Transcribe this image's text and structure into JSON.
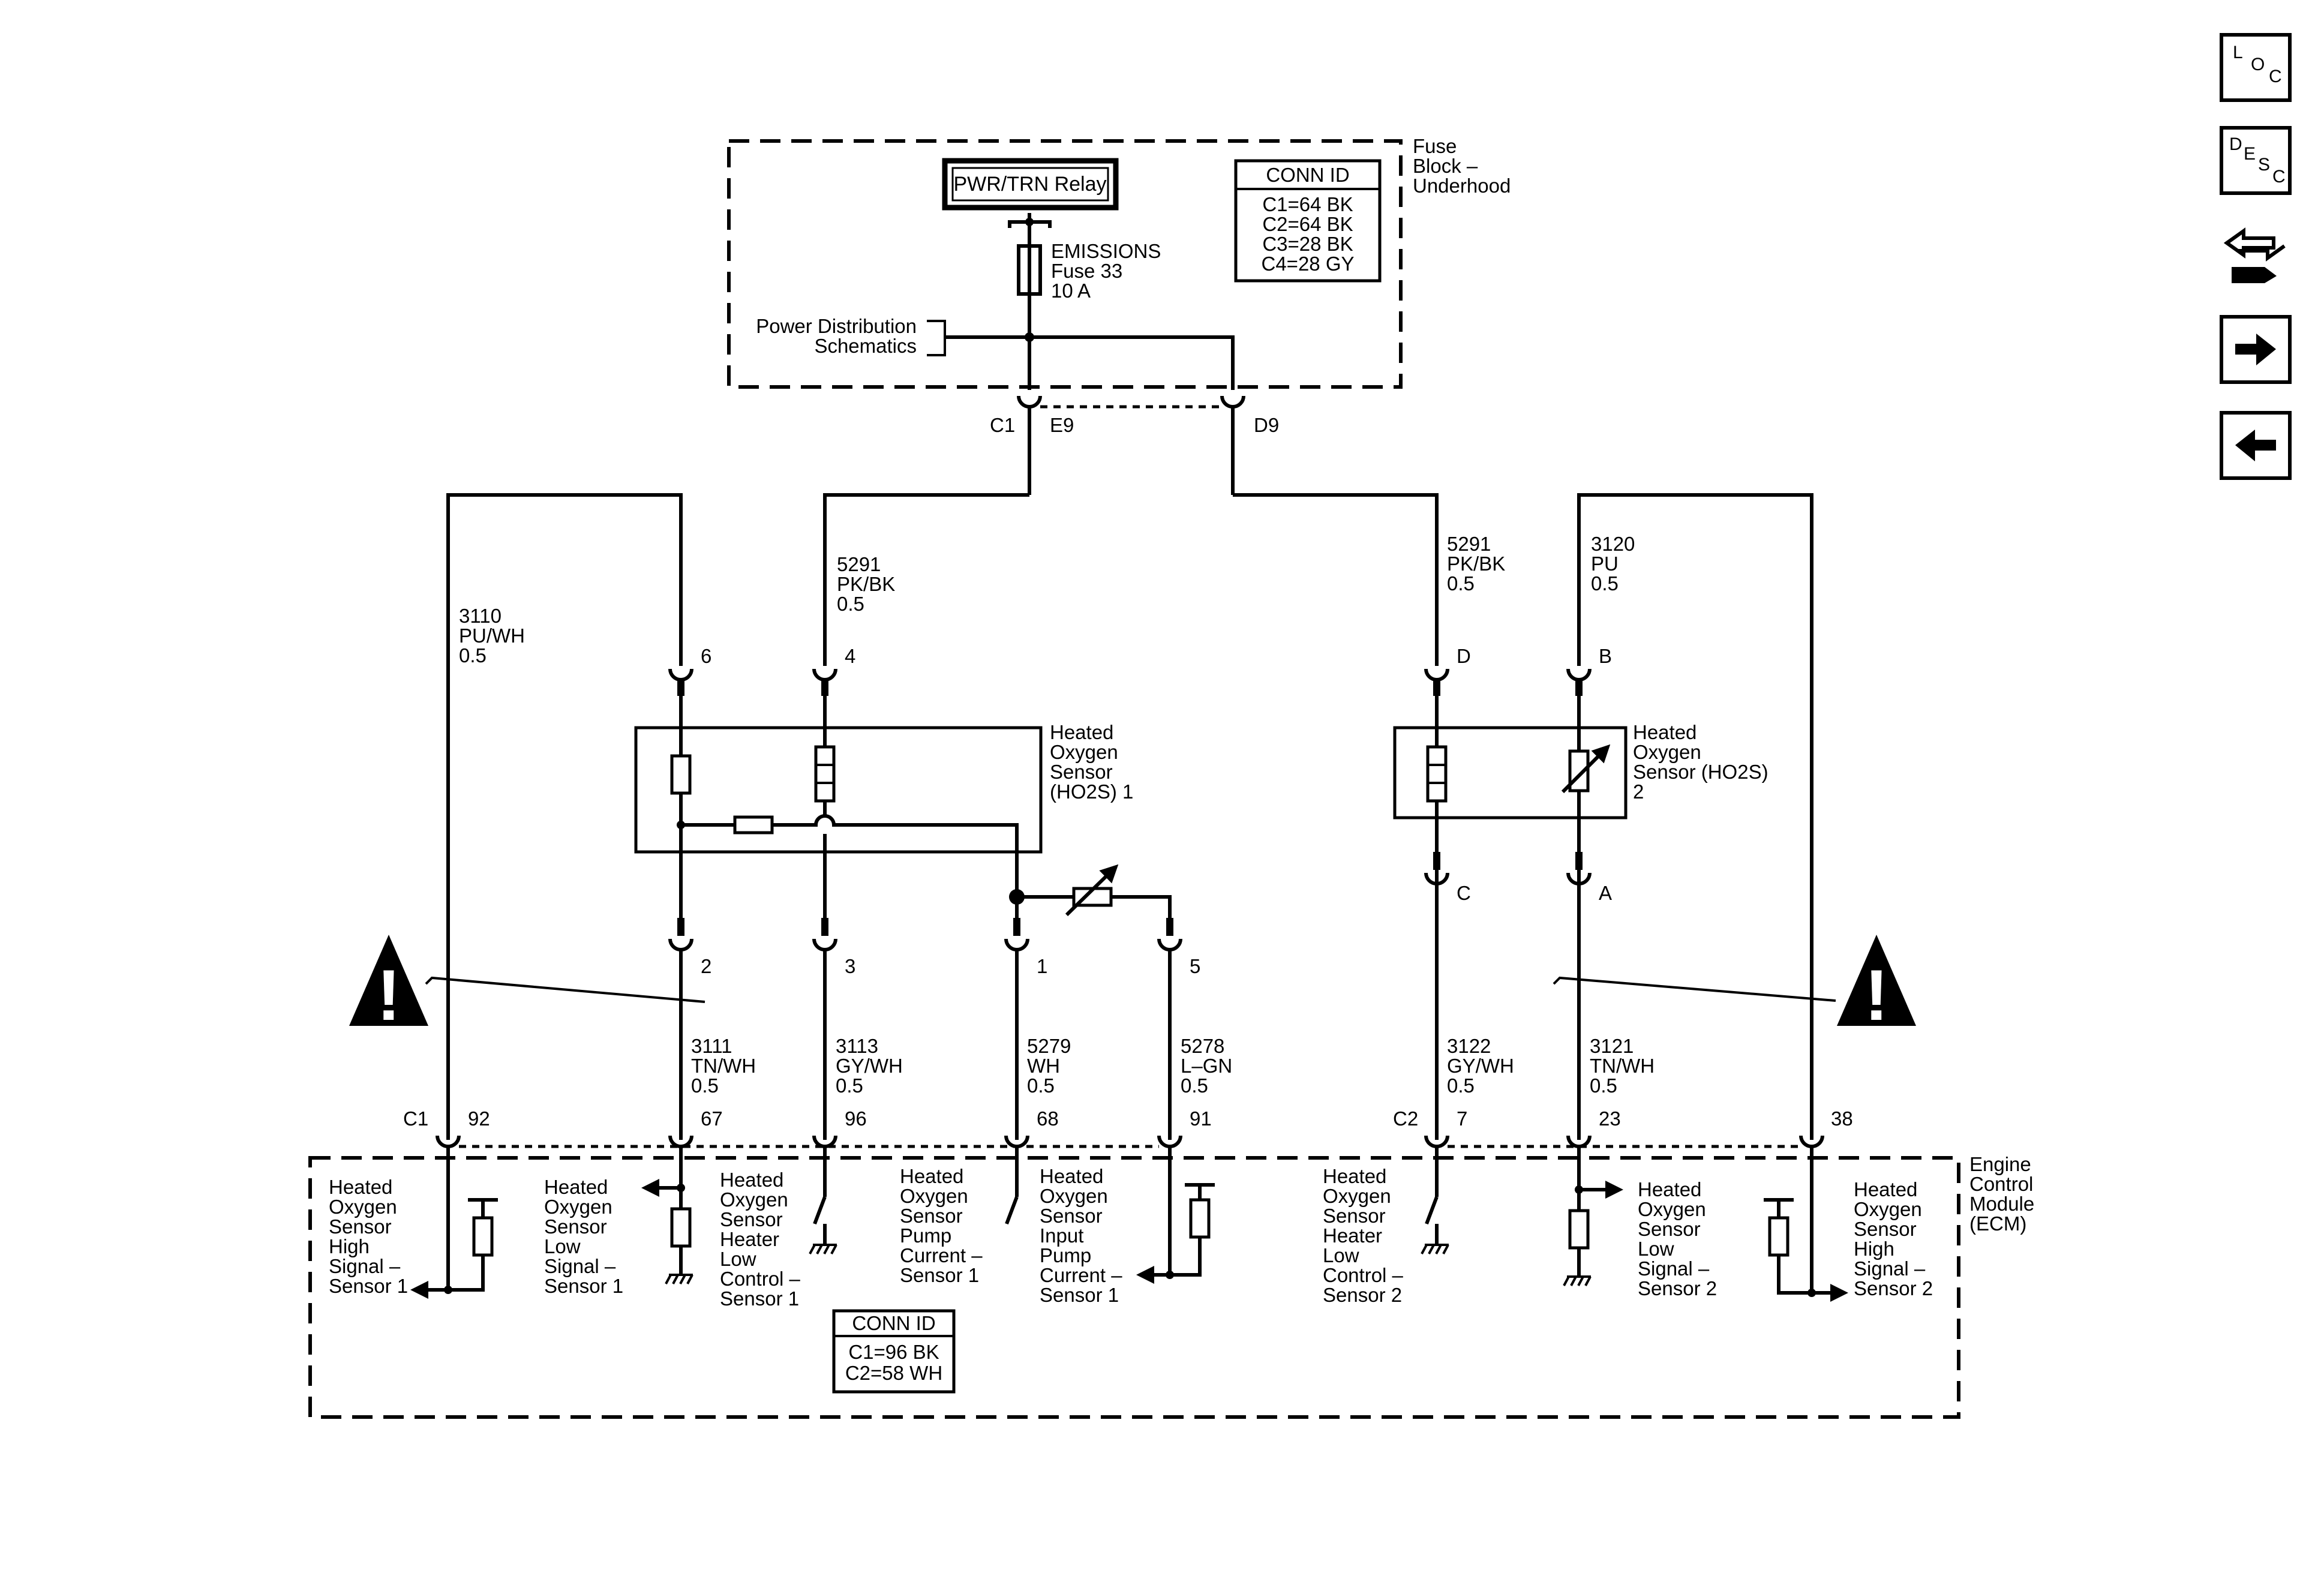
{
  "fuse_block": {
    "title_lines": [
      "Fuse",
      "Block –",
      "Underhood"
    ],
    "relay_label": "PWR/TRN Relay",
    "fuse_lines": [
      "EMISSIONS",
      "Fuse 33",
      "10 A"
    ],
    "power_dist_lines": [
      "Power Distribution",
      "Schematics"
    ],
    "conn_id": {
      "title": "CONN ID",
      "lines": [
        "C1=64 BK",
        "C2=64 BK",
        "C3=28 BK",
        "C4=28 GY"
      ]
    },
    "conn_c1": "C1",
    "pin_e9": "E9",
    "pin_d9": "D9"
  },
  "wires": {
    "w3110": [
      "3110",
      "PU/WH",
      "0.5"
    ],
    "w5291_left": [
      "5291",
      "PK/BK",
      "0.5"
    ],
    "w5291_right": [
      "5291",
      "PK/BK",
      "0.5"
    ],
    "w3120": [
      "3120",
      "PU",
      "0.5"
    ],
    "w3111": [
      "3111",
      "TN/WH",
      "0.5"
    ],
    "w3113": [
      "3113",
      "GY/WH",
      "0.5"
    ],
    "w5279": [
      "5279",
      "WH",
      "0.5"
    ],
    "w5278": [
      "5278",
      "L–GN",
      "0.5"
    ],
    "w3122": [
      "3122",
      "GY/WH",
      "0.5"
    ],
    "w3121": [
      "3121",
      "TN/WH",
      "0.5"
    ]
  },
  "sensor1": {
    "label_lines": [
      "Heated",
      "Oxygen",
      "Sensor",
      "(HO2S) 1"
    ],
    "pins_top": [
      "6",
      "4"
    ],
    "pins_bottom": [
      "2",
      "3",
      "1",
      "5"
    ]
  },
  "sensor2": {
    "label_lines": [
      "Heated",
      "Oxygen",
      "Sensor (HO2S)",
      "2"
    ],
    "pins_top": [
      "D",
      "B"
    ],
    "pins_bottom": [
      "C",
      "A"
    ]
  },
  "ecm": {
    "title_lines": [
      "Engine",
      "Control",
      "Module",
      "(ECM)"
    ],
    "conn_c1": "C1",
    "conn_c2": "C2",
    "pins_c1": [
      "92",
      "67",
      "96",
      "68",
      "91"
    ],
    "pins_c2": [
      "7",
      "23",
      "38"
    ],
    "conn_id": {
      "title": "CONN ID",
      "lines": [
        "C1=96 BK",
        "C2=58 WH"
      ]
    },
    "circuits": {
      "s1_high": [
        "Heated",
        "Oxygen",
        "Sensor",
        "High",
        "Signal –",
        "Sensor 1"
      ],
      "s1_low": [
        "Heated",
        "Oxygen",
        "Sensor",
        "Low",
        "Signal –",
        "Sensor 1"
      ],
      "s1_heater": [
        "Heated",
        "Oxygen",
        "Sensor",
        "Heater",
        "Low",
        "Control –",
        "Sensor 1"
      ],
      "s1_pump": [
        "Heated",
        "Oxygen",
        "Sensor",
        "Pump",
        "Current –",
        "Sensor 1"
      ],
      "s1_input_pump": [
        "Heated",
        "Oxygen",
        "Sensor",
        "Input",
        "Pump",
        "Current –",
        "Sensor 1"
      ],
      "s2_heater": [
        "Heated",
        "Oxygen",
        "Sensor",
        "Heater",
        "Low",
        "Control –",
        "Sensor 2"
      ],
      "s2_low": [
        "Heated",
        "Oxygen",
        "Sensor",
        "Low",
        "Signal –",
        "Sensor 2"
      ],
      "s2_high": [
        "Heated",
        "Oxygen",
        "Sensor",
        "High",
        "Signal –",
        "Sensor 2"
      ]
    }
  },
  "nav": {
    "loc": [
      "L",
      "O",
      "C"
    ],
    "desc": [
      "D",
      "E",
      "S",
      "C"
    ]
  },
  "icons": {
    "caution": "caution-warning-icon",
    "loc": "location-icon",
    "desc": "description-icon",
    "connector": "connector-repair-icon",
    "next": "arrow-right-icon",
    "prev": "arrow-left-icon"
  }
}
